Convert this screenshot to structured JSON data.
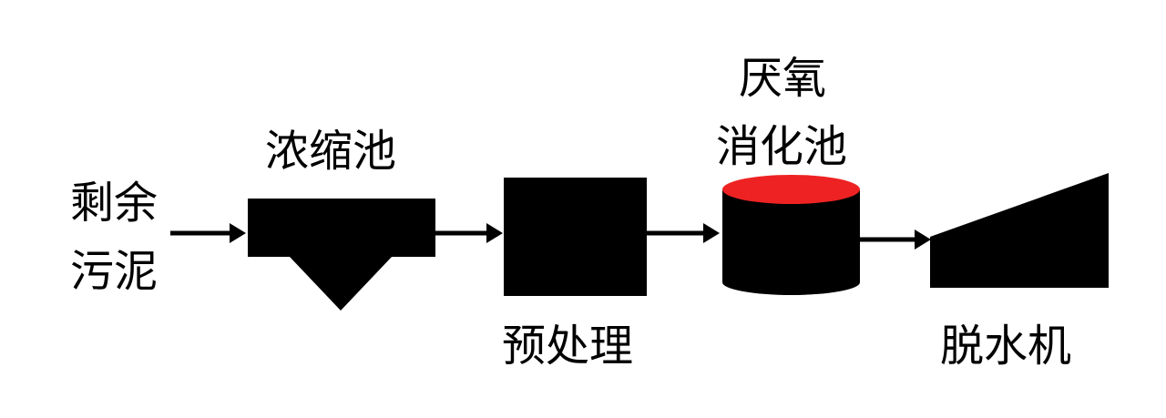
{
  "diagram": {
    "nodes": {
      "sludge_line1": "剩余",
      "sludge_line2": "污泥",
      "thickener": "浓缩池",
      "pretreatment": "预处理",
      "digester_line1": "厌氧",
      "digester_line2": "消化池",
      "dewatering": "脱水机"
    },
    "colors": {
      "shape_fill": "#000000",
      "digester_top": "#ee2222",
      "background": "#ffffff"
    }
  }
}
